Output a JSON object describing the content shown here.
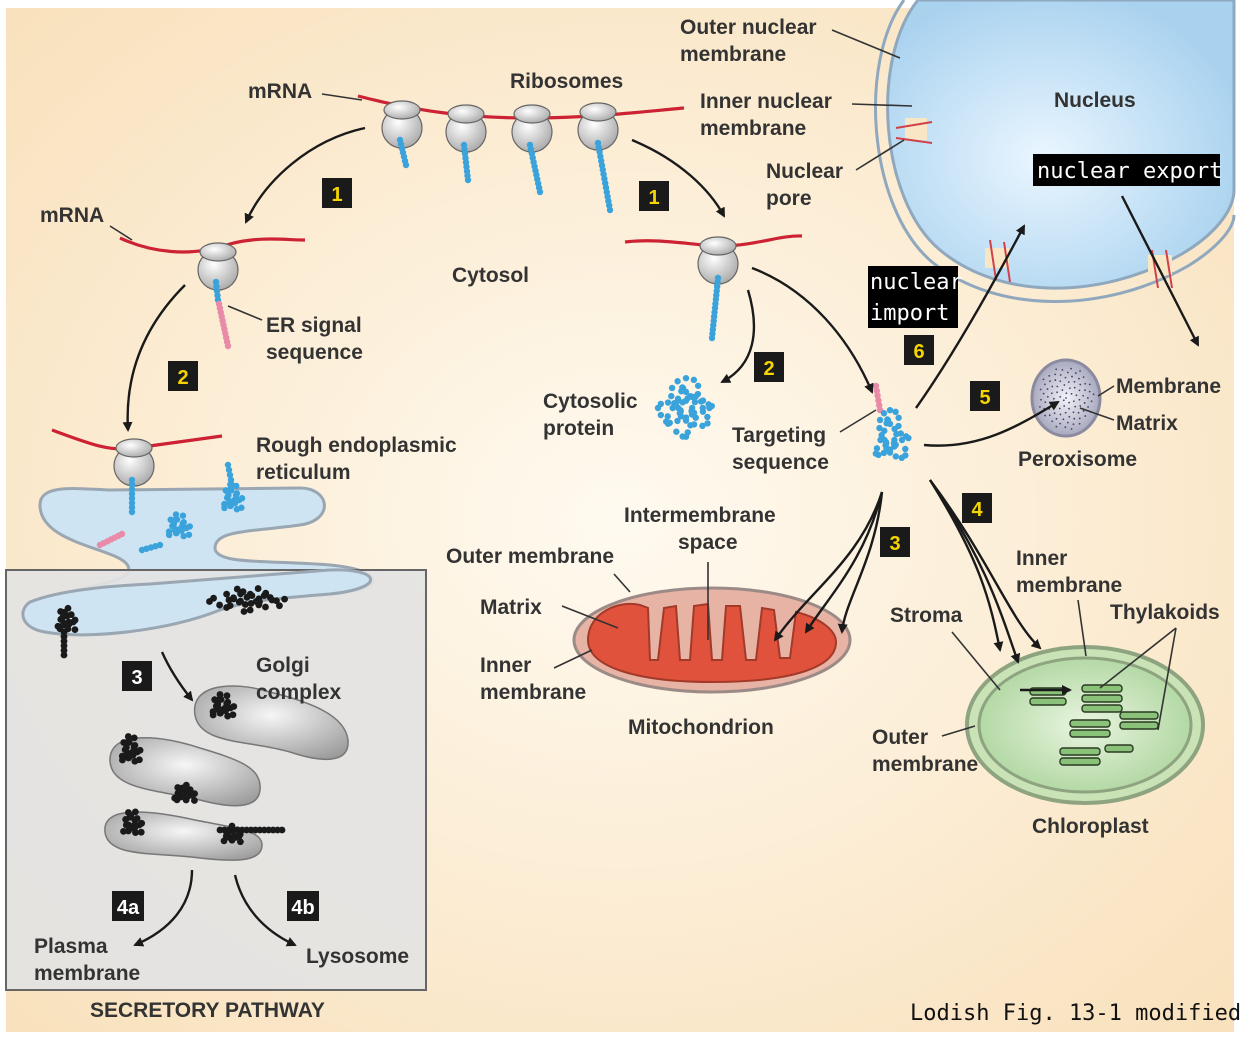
{
  "labels": {
    "outer_nuclear_membrane": [
      "Outer nuclear",
      "membrane"
    ],
    "inner_nuclear_membrane": [
      "Inner nuclear",
      "membrane"
    ],
    "nuclear_pore": [
      "Nuclear",
      "pore"
    ],
    "nucleus": "Nucleus",
    "mrna_top": "mRNA",
    "ribosomes": "Ribosomes",
    "mrna_left": "mRNA",
    "cytosol": "Cytosol",
    "er_signal": [
      "ER signal",
      "sequence"
    ],
    "rough_er": [
      "Rough endoplasmic",
      "reticulum"
    ],
    "cytosolic_protein": [
      "Cytosolic",
      "protein"
    ],
    "targeting_sequence": [
      "Targeting",
      "sequence"
    ],
    "membrane": "Membrane",
    "matrix_perox": "Matrix",
    "peroxisome": "Peroxisome",
    "intermembrane_space": [
      "Intermembrane",
      "space"
    ],
    "outer_membrane_mito": "Outer membrane",
    "matrix_mito": "Matrix",
    "inner_membrane_mito": [
      "Inner",
      "membrane"
    ],
    "mitochondrion": "Mitochondrion",
    "inner_membrane_chloro": [
      "Inner",
      "membrane"
    ],
    "stroma": "Stroma",
    "thylakoids": "Thylakoids",
    "outer_membrane_chloro": [
      "Outer",
      "membrane"
    ],
    "chloroplast": "Chloroplast",
    "golgi": [
      "Golgi",
      "complex"
    ],
    "plasma_membrane": [
      "Plasma",
      "membrane"
    ],
    "lysosome": "Lysosome",
    "secretory_pathway": "SECRETORY PATHWAY"
  },
  "steps": {
    "s1_left": "1",
    "s1_right": "1",
    "s2_left": "2",
    "s2_right": "2",
    "s3_secretory": "3",
    "s3_mito": "3",
    "s4_chloro": "4",
    "s4a": "4a",
    "s4b": "4b",
    "s5_perox": "5",
    "s6_nucleus": "6"
  },
  "annotations": {
    "nuclear_export": "nuclear export",
    "nuclear_import": [
      "nuclear",
      "import"
    ]
  },
  "credit": "Lodish Fig. 13-1 modified",
  "colors": {
    "background": "#fbe9cc",
    "nucleus": "#bcdcf2",
    "mrna": "#cc2233",
    "protein": "#3aa3dc",
    "signal": "#e88aa8",
    "mitochondrion": "#e0523c",
    "chloroplast": "#bfdcae",
    "secretory_panel": "#e3e3e3",
    "er": "#cfe4f2"
  }
}
